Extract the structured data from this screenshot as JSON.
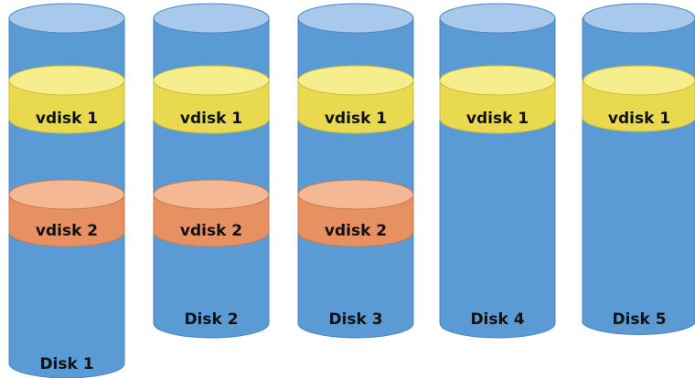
{
  "colors": {
    "disk_body": "#5b9bd5",
    "disk_top": "#a9c9ec",
    "disk_edge": "#4a86c0",
    "vdisk1_top": "#f6ee8c",
    "vdisk1_body": "#e8d94e",
    "vdisk2_top": "#f4b894",
    "vdisk2_body": "#e79062"
  },
  "disks": [
    {
      "label": "Disk 1",
      "vdisks": [
        "vdisk 1",
        "vdisk 2"
      ]
    },
    {
      "label": "Disk 2",
      "vdisks": [
        "vdisk 1",
        "vdisk 2"
      ]
    },
    {
      "label": "Disk 3",
      "vdisks": [
        "vdisk 1",
        "vdisk 2"
      ]
    },
    {
      "label": "Disk 4",
      "vdisks": [
        "vdisk 1"
      ]
    },
    {
      "label": "Disk 5",
      "vdisks": [
        "vdisk 1"
      ]
    }
  ]
}
